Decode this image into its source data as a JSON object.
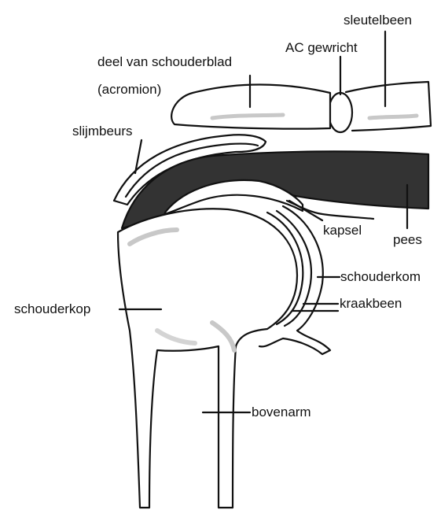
{
  "labels": {
    "sleutelbeen": "sleutelbeen",
    "ac_gewricht": "AC gewricht",
    "deel_schouderblad": "deel van schouderblad",
    "acromion": "(acromion)",
    "slijmbeurs": "slijmbeurs",
    "kapsel": "kapsel",
    "pees": "pees",
    "schouderkom": "schouderkom",
    "kraakbeen": "kraakbeen",
    "schouderkop": "schouderkop",
    "bovenarm": "bovenarm"
  },
  "colors": {
    "outline": "#111111",
    "tendon_fill": "#333333",
    "bone_shading": "#bdbdbd"
  }
}
